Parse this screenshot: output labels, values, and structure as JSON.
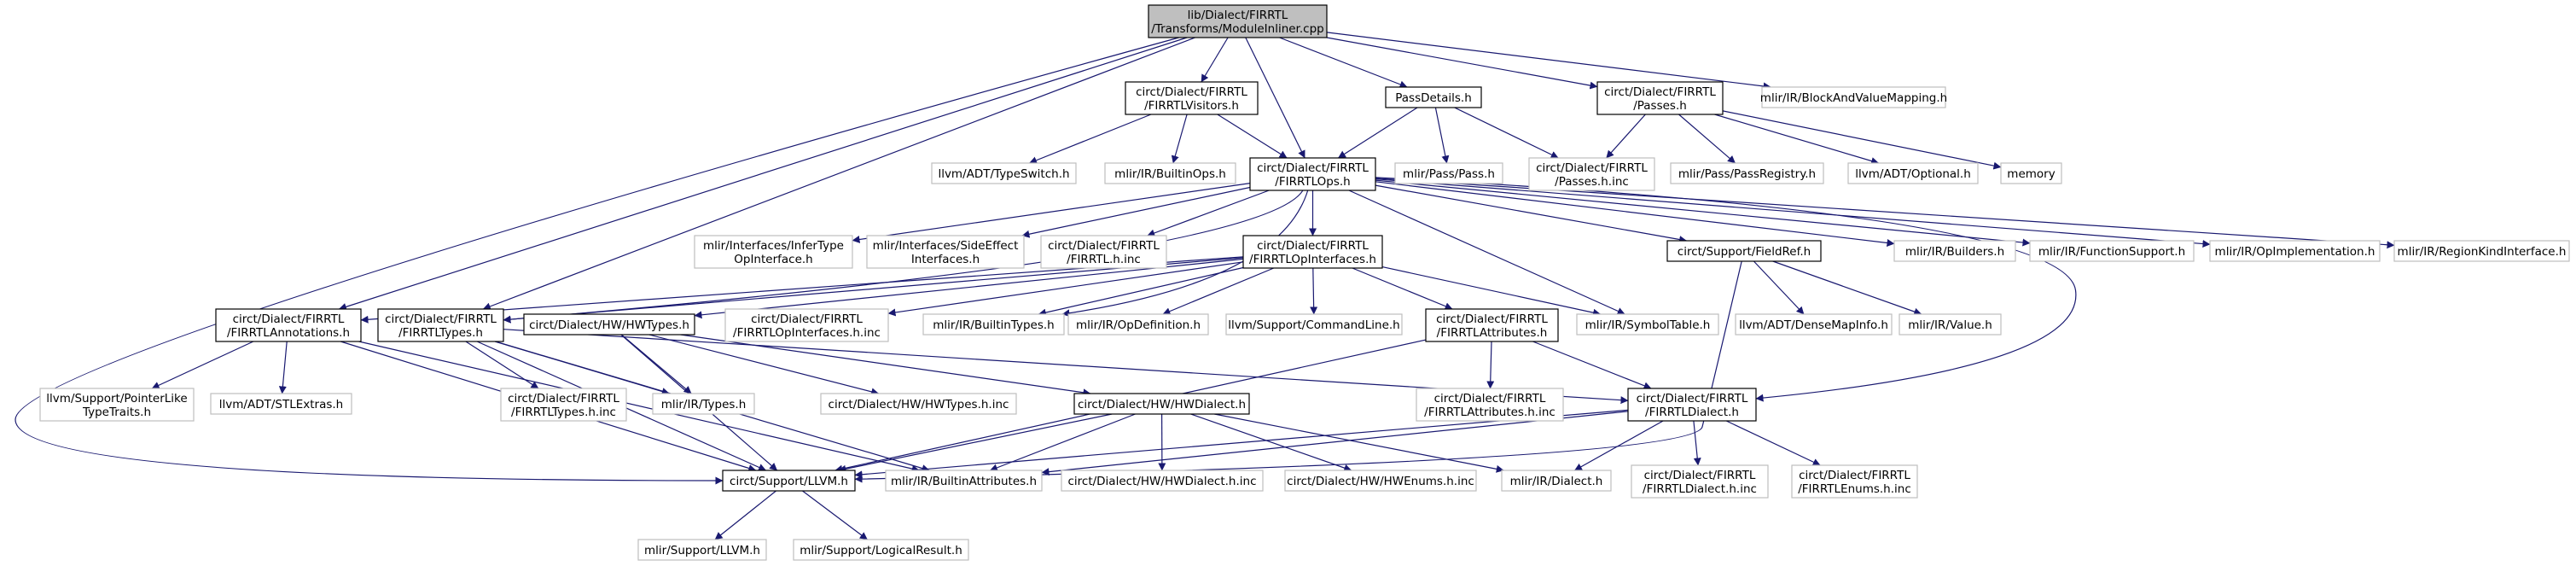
{
  "colors": {
    "edge": "#191970",
    "root_fill": "#bfbfbf",
    "node_fill": "#ffffff",
    "expanded_border": "#000000",
    "leaf_border": "#bfbfbf",
    "text": "#000000"
  },
  "nodes": [
    {
      "id": "root",
      "lines": [
        "lib/Dialect/FIRRTL",
        "/Transforms/ModuleInliner.cpp"
      ],
      "kind": "root"
    },
    {
      "id": "visitors",
      "lines": [
        "circt/Dialect/FIRRTL",
        "/FIRRTLVisitors.h"
      ],
      "kind": "expanded"
    },
    {
      "id": "passdetails",
      "lines": [
        "PassDetails.h"
      ],
      "kind": "expanded"
    },
    {
      "id": "passes",
      "lines": [
        "circt/Dialect/FIRRTL",
        "/Passes.h"
      ],
      "kind": "expanded"
    },
    {
      "id": "blockvalue",
      "lines": [
        "mlir/IR/BlockAndValueMapping.h"
      ],
      "kind": "leaf"
    },
    {
      "id": "typeswitch",
      "lines": [
        "llvm/ADT/TypeSwitch.h"
      ],
      "kind": "leaf"
    },
    {
      "id": "builtinops",
      "lines": [
        "mlir/IR/BuiltinOps.h"
      ],
      "kind": "leaf"
    },
    {
      "id": "ops",
      "lines": [
        "circt/Dialect/FIRRTL",
        "/FIRRTLOps.h"
      ],
      "kind": "expanded"
    },
    {
      "id": "pass",
      "lines": [
        "mlir/Pass/Pass.h"
      ],
      "kind": "leaf"
    },
    {
      "id": "passesinc",
      "lines": [
        "circt/Dialect/FIRRTL",
        "/Passes.h.inc"
      ],
      "kind": "leaf"
    },
    {
      "id": "passregistry",
      "lines": [
        "mlir/Pass/PassRegistry.h"
      ],
      "kind": "leaf"
    },
    {
      "id": "optional",
      "lines": [
        "llvm/ADT/Optional.h"
      ],
      "kind": "leaf"
    },
    {
      "id": "memory",
      "lines": [
        "memory"
      ],
      "kind": "leaf"
    },
    {
      "id": "infertype",
      "lines": [
        "mlir/Interfaces/InferType",
        "OpInterface.h"
      ],
      "kind": "leaf"
    },
    {
      "id": "sideeffect",
      "lines": [
        "mlir/Interfaces/SideEffect",
        "Interfaces.h"
      ],
      "kind": "leaf"
    },
    {
      "id": "firrtlhinc",
      "lines": [
        "circt/Dialect/FIRRTL",
        "/FIRRTL.h.inc"
      ],
      "kind": "leaf"
    },
    {
      "id": "opinterfaces",
      "lines": [
        "circt/Dialect/FIRRTL",
        "/FIRRTLOpInterfaces.h"
      ],
      "kind": "expanded"
    },
    {
      "id": "fieldref",
      "lines": [
        "circt/Support/FieldRef.h"
      ],
      "kind": "expanded"
    },
    {
      "id": "builders",
      "lines": [
        "mlir/IR/Builders.h"
      ],
      "kind": "leaf"
    },
    {
      "id": "funcsupport",
      "lines": [
        "mlir/IR/FunctionSupport.h"
      ],
      "kind": "leaf"
    },
    {
      "id": "opimpl",
      "lines": [
        "mlir/IR/OpImplementation.h"
      ],
      "kind": "leaf"
    },
    {
      "id": "regionkind",
      "lines": [
        "mlir/IR/RegionKindInterface.h"
      ],
      "kind": "leaf"
    },
    {
      "id": "annotations",
      "lines": [
        "circt/Dialect/FIRRTL",
        "/FIRRTLAnnotations.h"
      ],
      "kind": "expanded"
    },
    {
      "id": "types",
      "lines": [
        "circt/Dialect/FIRRTL",
        "/FIRRTLTypes.h"
      ],
      "kind": "expanded"
    },
    {
      "id": "hwtypes",
      "lines": [
        "circt/Dialect/HW/HWTypes.h"
      ],
      "kind": "expanded"
    },
    {
      "id": "opinterfacesinc",
      "lines": [
        "circt/Dialect/FIRRTL",
        "/FIRRTLOpInterfaces.h.inc"
      ],
      "kind": "leaf"
    },
    {
      "id": "builtintypes",
      "lines": [
        "mlir/IR/BuiltinTypes.h"
      ],
      "kind": "leaf"
    },
    {
      "id": "opdefinition",
      "lines": [
        "mlir/IR/OpDefinition.h"
      ],
      "kind": "leaf"
    },
    {
      "id": "commandline",
      "lines": [
        "llvm/Support/CommandLine.h"
      ],
      "kind": "leaf"
    },
    {
      "id": "attributes",
      "lines": [
        "circt/Dialect/FIRRTL",
        "/FIRRTLAttributes.h"
      ],
      "kind": "expanded"
    },
    {
      "id": "symboltable",
      "lines": [
        "mlir/IR/SymbolTable.h"
      ],
      "kind": "leaf"
    },
    {
      "id": "densemapinfo",
      "lines": [
        "llvm/ADT/DenseMapInfo.h"
      ],
      "kind": "leaf"
    },
    {
      "id": "value",
      "lines": [
        "mlir/IR/Value.h"
      ],
      "kind": "leaf"
    },
    {
      "id": "pointerlike",
      "lines": [
        "llvm/Support/PointerLike",
        "TypeTraits.h"
      ],
      "kind": "leaf"
    },
    {
      "id": "stlextras",
      "lines": [
        "llvm/ADT/STLExtras.h"
      ],
      "kind": "leaf"
    },
    {
      "id": "typesinc",
      "lines": [
        "circt/Dialect/FIRRTL",
        "/FIRRTLTypes.h.inc"
      ],
      "kind": "leaf"
    },
    {
      "id": "irtypes",
      "lines": [
        "mlir/IR/Types.h"
      ],
      "kind": "leaf"
    },
    {
      "id": "hwtypesinc",
      "lines": [
        "circt/Dialect/HW/HWTypes.h.inc"
      ],
      "kind": "leaf"
    },
    {
      "id": "hwdialect",
      "lines": [
        "circt/Dialect/HW/HWDialect.h"
      ],
      "kind": "expanded"
    },
    {
      "id": "attributesinc",
      "lines": [
        "circt/Dialect/FIRRTL",
        "/FIRRTLAttributes.h.inc"
      ],
      "kind": "leaf"
    },
    {
      "id": "dialect",
      "lines": [
        "circt/Dialect/FIRRTL",
        "/FIRRTLDialect.h"
      ],
      "kind": "expanded"
    },
    {
      "id": "llvmh",
      "lines": [
        "circt/Support/LLVM.h"
      ],
      "kind": "expanded"
    },
    {
      "id": "builtinattrs",
      "lines": [
        "mlir/IR/BuiltinAttributes.h"
      ],
      "kind": "leaf"
    },
    {
      "id": "hwdialectinc",
      "lines": [
        "circt/Dialect/HW/HWDialect.h.inc"
      ],
      "kind": "leaf"
    },
    {
      "id": "hwenumsinc",
      "lines": [
        "circt/Dialect/HW/HWEnums.h.inc"
      ],
      "kind": "leaf"
    },
    {
      "id": "irdialect",
      "lines": [
        "mlir/IR/Dialect.h"
      ],
      "kind": "leaf"
    },
    {
      "id": "dialectinc",
      "lines": [
        "circt/Dialect/FIRRTL",
        "/FIRRTLDialect.h.inc"
      ],
      "kind": "leaf"
    },
    {
      "id": "enumsinc",
      "lines": [
        "circt/Dialect/FIRRTL",
        "/FIRRTLEnums.h.inc"
      ],
      "kind": "leaf"
    },
    {
      "id": "mlirllvm",
      "lines": [
        "mlir/Support/LLVM.h"
      ],
      "kind": "leaf"
    },
    {
      "id": "logicalresult",
      "lines": [
        "mlir/Support/LogicalResult.h"
      ],
      "kind": "leaf"
    }
  ],
  "edges": [
    [
      "root",
      "visitors"
    ],
    [
      "root",
      "passdetails"
    ],
    [
      "root",
      "passes"
    ],
    [
      "root",
      "blockvalue"
    ],
    [
      "root",
      "ops"
    ],
    [
      "root",
      "annotations"
    ],
    [
      "root",
      "types"
    ],
    [
      "root",
      "llvmh"
    ],
    [
      "visitors",
      "typeswitch"
    ],
    [
      "visitors",
      "builtinops"
    ],
    [
      "visitors",
      "ops"
    ],
    [
      "passdetails",
      "ops"
    ],
    [
      "passdetails",
      "pass"
    ],
    [
      "passdetails",
      "passesinc"
    ],
    [
      "passes",
      "passesinc"
    ],
    [
      "passes",
      "passregistry"
    ],
    [
      "passes",
      "optional"
    ],
    [
      "passes",
      "memory"
    ],
    [
      "ops",
      "infertype"
    ],
    [
      "ops",
      "sideeffect"
    ],
    [
      "ops",
      "firrtlhinc"
    ],
    [
      "ops",
      "opinterfaces"
    ],
    [
      "ops",
      "fieldref"
    ],
    [
      "ops",
      "builders"
    ],
    [
      "ops",
      "funcsupport"
    ],
    [
      "ops",
      "opimpl"
    ],
    [
      "ops",
      "regionkind"
    ],
    [
      "ops",
      "types"
    ],
    [
      "ops",
      "builtintypes"
    ],
    [
      "ops",
      "symboltable"
    ],
    [
      "ops",
      "dialect"
    ],
    [
      "opinterfaces",
      "annotations"
    ],
    [
      "opinterfaces",
      "types"
    ],
    [
      "opinterfaces",
      "hwtypes"
    ],
    [
      "opinterfaces",
      "opinterfacesinc"
    ],
    [
      "opinterfaces",
      "builtintypes"
    ],
    [
      "opinterfaces",
      "opdefinition"
    ],
    [
      "opinterfaces",
      "commandline"
    ],
    [
      "opinterfaces",
      "attributes"
    ],
    [
      "opinterfaces",
      "symboltable"
    ],
    [
      "fieldref",
      "densemapinfo"
    ],
    [
      "fieldref",
      "value"
    ],
    [
      "fieldref",
      "llvmh"
    ],
    [
      "annotations",
      "pointerlike"
    ],
    [
      "annotations",
      "stlextras"
    ],
    [
      "annotations",
      "llvmh"
    ],
    [
      "annotations",
      "builtinattrs"
    ],
    [
      "types",
      "typesinc"
    ],
    [
      "types",
      "irtypes"
    ],
    [
      "types",
      "llvmh"
    ],
    [
      "types",
      "dialect"
    ],
    [
      "types",
      "builtinattrs"
    ],
    [
      "hwtypes",
      "irtypes"
    ],
    [
      "hwtypes",
      "hwtypesinc"
    ],
    [
      "hwtypes",
      "hwdialect"
    ],
    [
      "hwtypes",
      "llvmh"
    ],
    [
      "attributes",
      "attributesinc"
    ],
    [
      "attributes",
      "dialect"
    ],
    [
      "attributes",
      "llvmh"
    ],
    [
      "hwdialect",
      "llvmh"
    ],
    [
      "hwdialect",
      "builtinattrs"
    ],
    [
      "hwdialect",
      "hwdialectinc"
    ],
    [
      "hwdialect",
      "hwenumsinc"
    ],
    [
      "hwdialect",
      "irdialect"
    ],
    [
      "dialect",
      "llvmh"
    ],
    [
      "dialect",
      "builtinattrs"
    ],
    [
      "dialect",
      "irdialect"
    ],
    [
      "dialect",
      "dialectinc"
    ],
    [
      "dialect",
      "enumsinc"
    ],
    [
      "llvmh",
      "mlirllvm"
    ],
    [
      "llvmh",
      "logicalresult"
    ]
  ]
}
